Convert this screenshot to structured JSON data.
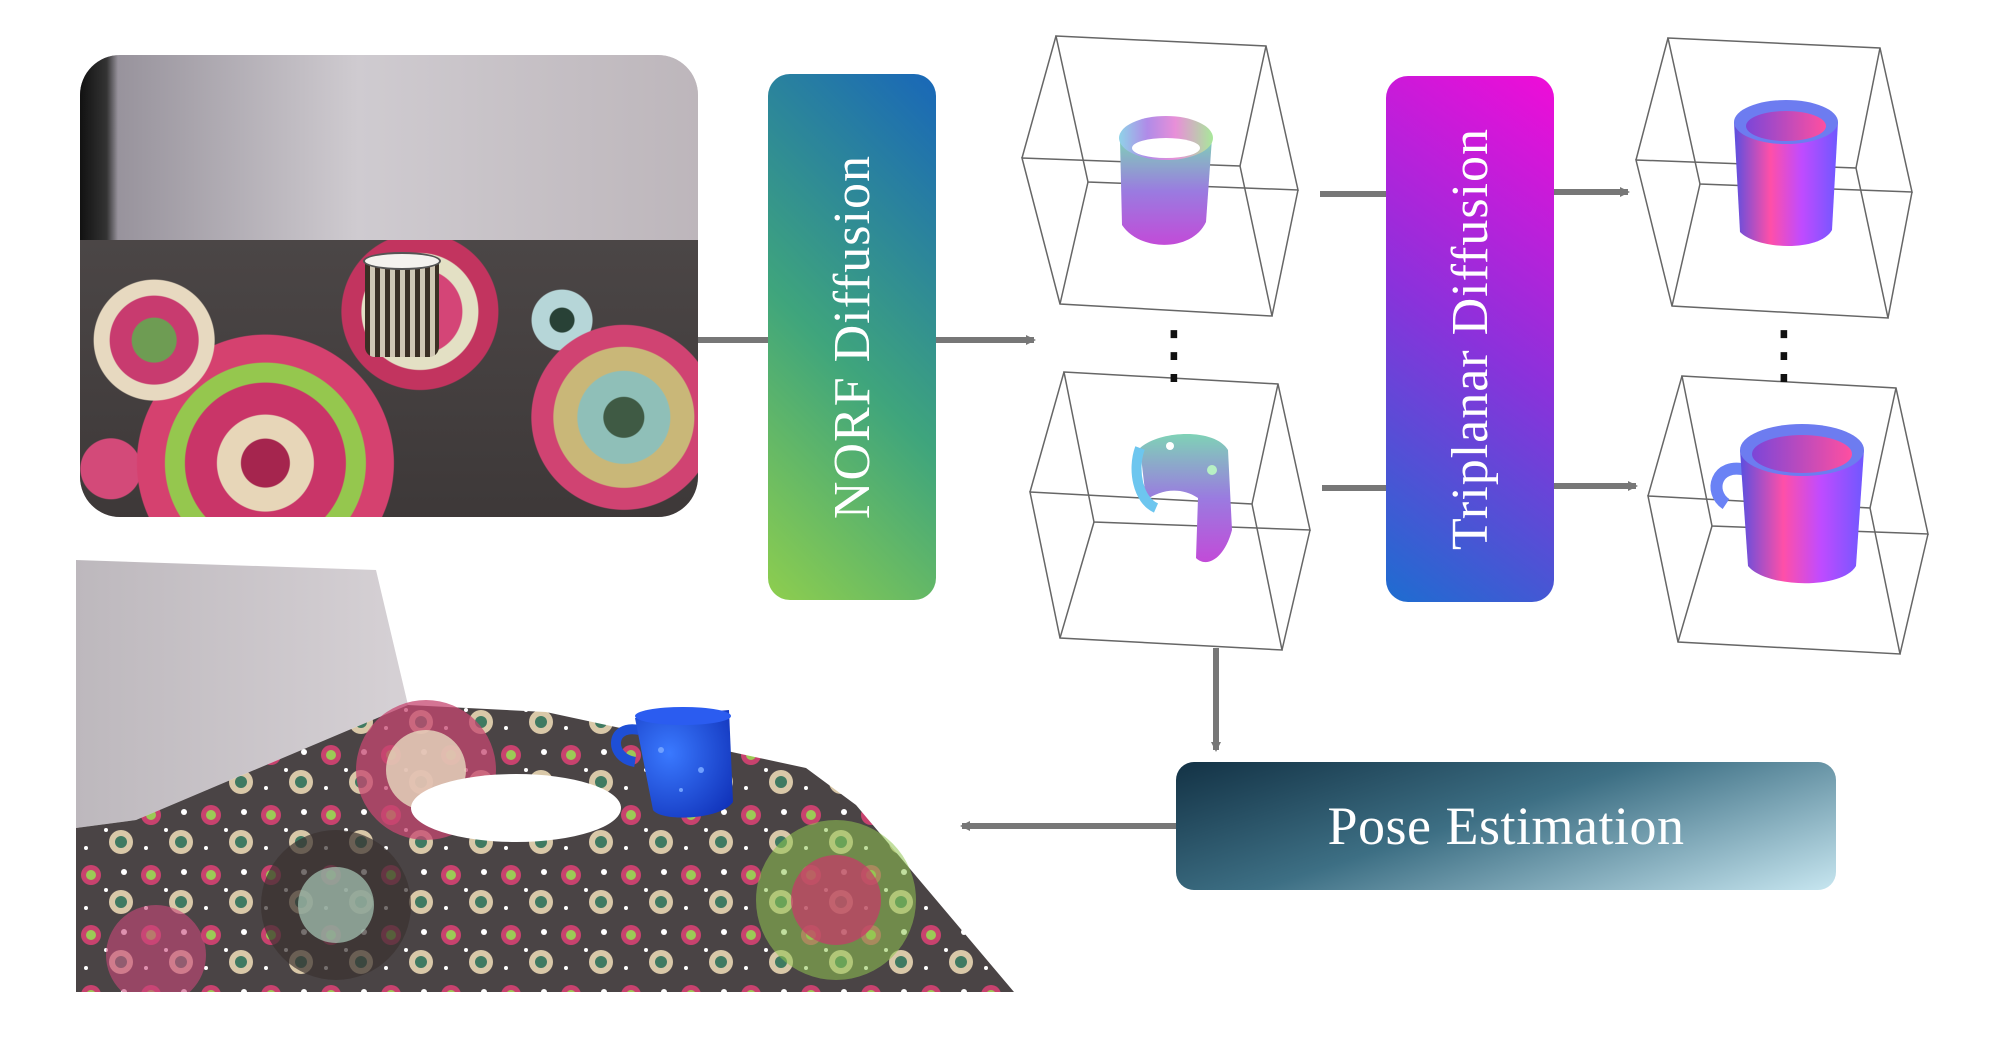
{
  "stages": {
    "norf": {
      "label": "NORF Diffusion",
      "colors": [
        "#8ece4e",
        "#3fa57c",
        "#1967b8"
      ]
    },
    "triplanar": {
      "label": "Triplanar Diffusion",
      "colors": [
        "#1d6dd0",
        "#8a32db",
        "#f00cd8"
      ]
    },
    "pose": {
      "label": "Pose Estimation",
      "colors": [
        "#133245",
        "#3d6f84",
        "#c7e6f0"
      ]
    }
  },
  "colors": {
    "arrow": "#777777",
    "bbox": "#666666",
    "fitted_mug": "#1e4fd6"
  },
  "figure_items": {
    "ellipsis": "⋮"
  }
}
